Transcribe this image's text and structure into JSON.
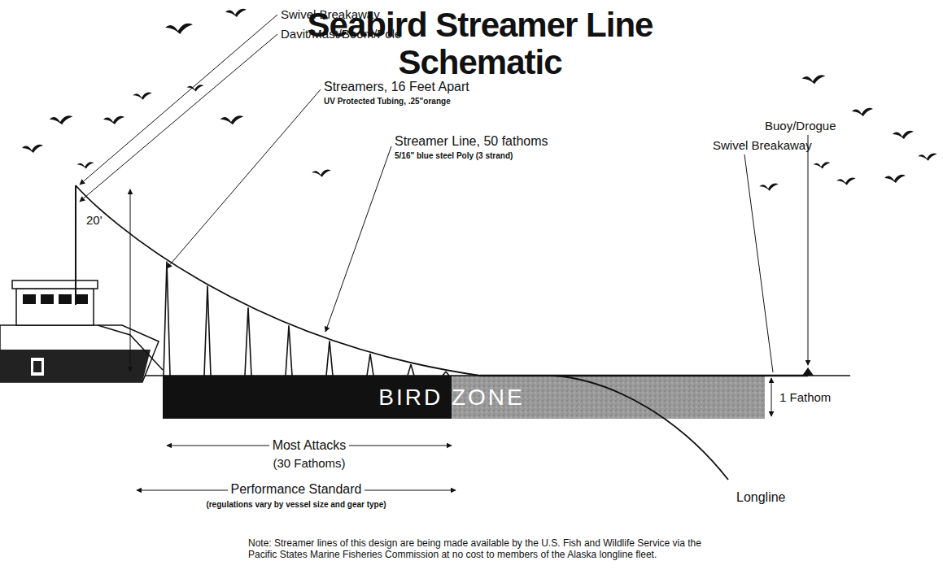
{
  "diagram": {
    "title": "Seabird Streamer Line Schematic",
    "nodes": [
      {
        "text": [
          "BIRD ZONE"
        ]
      }
    ],
    "labels": [
      "Swivel Breakaway",
      "Davit/Mast/Boom/Pole",
      "Streamers, 16 Feet Apart",
      "UV Protected Tubing, .25\"orange",
      "20'",
      "Streamer Line, 50 fathoms",
      "5/16\" blue steel Poly (3 strand)",
      "Buoy/Drogue",
      "Swivel Breakaway",
      "1 Fathom",
      "Most Attacks",
      "(30 Fathoms)",
      "Performance Standard",
      "(regulations vary by vessel size and gear type)",
      "Longline",
      "Note: Streamer lines of this design are being made available by the U.S. Fish and Wildlife Service via the Pacific States Marine Fisheries Commission at no cost to members of the Alaska longline fleet."
    ]
  }
}
